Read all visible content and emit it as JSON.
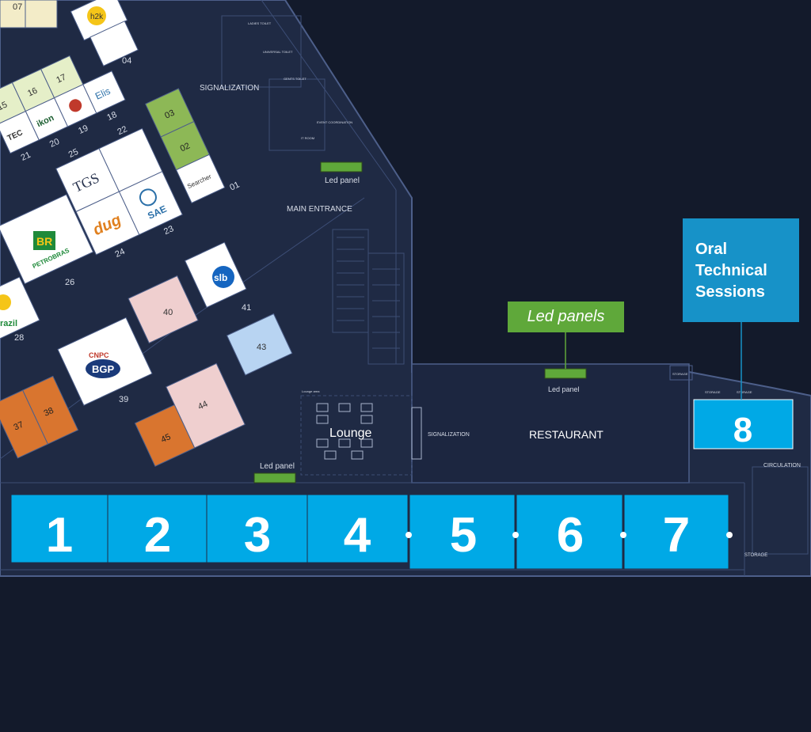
{
  "colors": {
    "background": "#131a2b",
    "floor": "#1f2a44",
    "line": "#4d5f8a",
    "room_blue": "#00a9e6",
    "led_green": "#5fa83a",
    "booth_green": "#8db856",
    "booth_pink": "#efcfcf",
    "booth_orange": "#d9752f",
    "booth_lightblue": "#b8d4f2",
    "callout_blue": "#1792c8"
  },
  "labels": {
    "signalization_top": "SIGNALIZATION",
    "main_entrance": "MAIN ENTRANCE",
    "led_panel_top": "Led panel",
    "led_panel_bottom": "Led panel",
    "led_panel_restaurant": "Led panel",
    "lounge": "Lounge",
    "signalization_mid": "SIGNALIZATION",
    "restaurant": "RESTAURANT",
    "circulation": "CIRCULATION",
    "storage": "STORAGE",
    "storage_small_1": "STORAGE",
    "storage_small_2": "STORAGE",
    "storage_small_3": "STORAGE",
    "ladies_toilet": "LADIES TOILET",
    "universal_toilet": "UNIVERSAL TOILET",
    "gents_toilet": "GENTS TOILET",
    "event_coordination": "EVENT COORDINATION",
    "it_room": "IT ROOM",
    "lounge_caption": "Lounge area",
    "callout_led_panels": "Led panels",
    "callout_oral": "Oral Technical Sessions"
  },
  "booth_numbers": {
    "b01": "01",
    "b02": "02",
    "b03": "03",
    "b04": "04",
    "b07": "07",
    "b15": "15",
    "b16": "16",
    "b17": "17",
    "b18": "18",
    "b19": "19",
    "b20": "20",
    "b21": "21",
    "b22": "22",
    "b23": "23",
    "b24": "24",
    "b25": "25",
    "b26": "26",
    "b28": "28",
    "b37": "37",
    "b38": "38",
    "b39": "39",
    "b40": "40",
    "b41": "41",
    "b43": "43",
    "b44": "44",
    "b45": "45"
  },
  "logos": {
    "h2k": "h2k",
    "ikon": "ikon",
    "eliis": "Elis",
    "tec": "TEC",
    "tgs": "TGS",
    "dug": "dug",
    "sae": "SAE",
    "petrobras_mark": "BR",
    "petrobras": "PETROBRAS",
    "slb": "slb",
    "bgp_top": "CNPC",
    "bgp": "BGP",
    "brazil": "razil",
    "searcher": "Searcher"
  },
  "rooms": [
    "1",
    "2",
    "3",
    "4",
    "5",
    "6",
    "7",
    "8"
  ]
}
